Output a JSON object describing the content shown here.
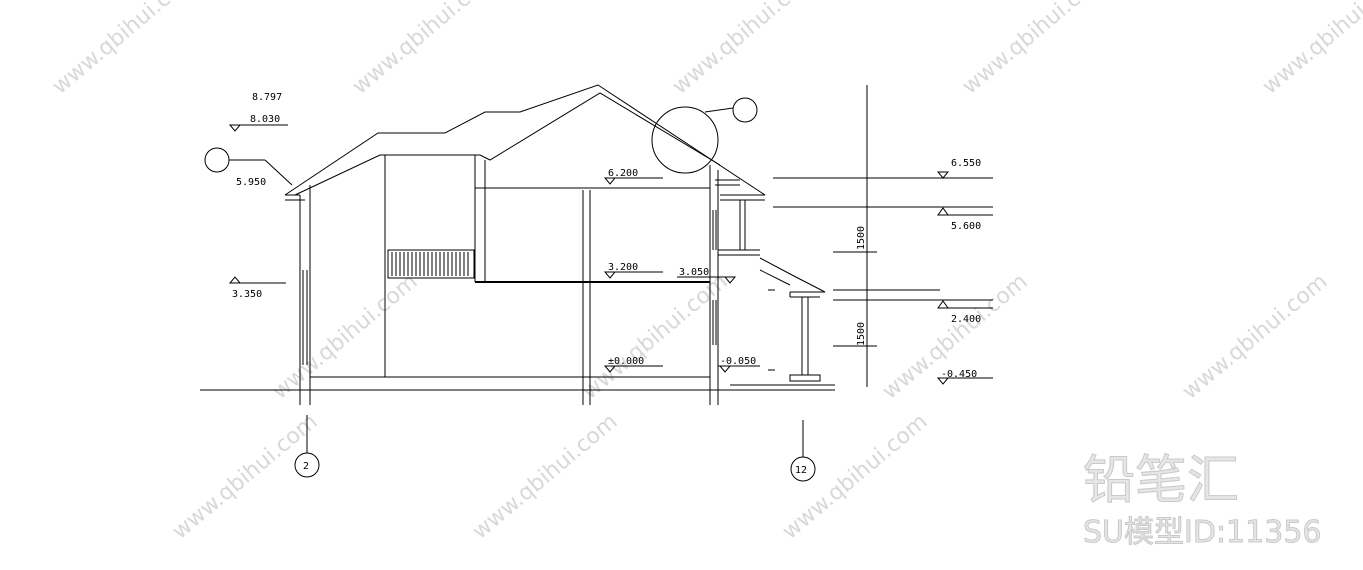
{
  "drawing": {
    "elevations": {
      "top_ridge": "8.797",
      "left_ridge": "8.030",
      "left_eave": "5.950",
      "left_mid": "3.350",
      "mid_upper": "6.200",
      "mid_lower": "3.200",
      "mid_step": "3.050",
      "ground": "±0.000",
      "step_right": "-0.050",
      "right_top": "6.550",
      "right_upper": "5.600",
      "right_lower": "2.400",
      "right_bottom": "-0.450"
    },
    "dimensions": {
      "upper_height": "1500",
      "lower_height": "1500"
    },
    "axes": {
      "left": "2",
      "right": "12"
    }
  },
  "watermark": {
    "brand": "铅笔汇",
    "model_id": "SU模型ID:11356",
    "site": "www.qbihui.com"
  }
}
